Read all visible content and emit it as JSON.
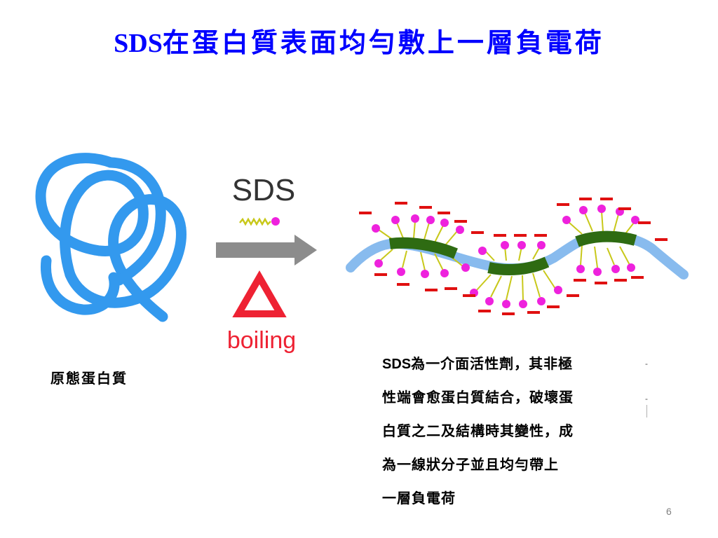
{
  "slide": {
    "title_prefix": "SDS",
    "title_rest": "在蛋白質表面均勻敷上一層負電荷",
    "diagram": {
      "reagent_label": "SDS",
      "heat_label": "boiling",
      "charge_symbol": "−",
      "colors": {
        "protein_coil": "#3399ee",
        "denatured_strand": "#88bbee",
        "sds_bound_segment": "#2e6b12",
        "sds_tail": "#c8c81a",
        "sds_head": "#ee22dd",
        "charge": "#e01010",
        "arrow": "#8c8c8c",
        "triangle": "#ee2233",
        "title": "#0000ff"
      }
    },
    "native_protein_label": "原態蛋白質",
    "description": {
      "line1_prefix": "SDS",
      "line1_rest": "為一介面活性劑，其非極",
      "line2": "性端會愈蛋白質結合，破壞蛋",
      "line3": "白質之二及結構時其變性，成",
      "line4": "為一線狀分子並且均勻帶上",
      "line5": "一層負電荷"
    },
    "page_number": "6"
  }
}
